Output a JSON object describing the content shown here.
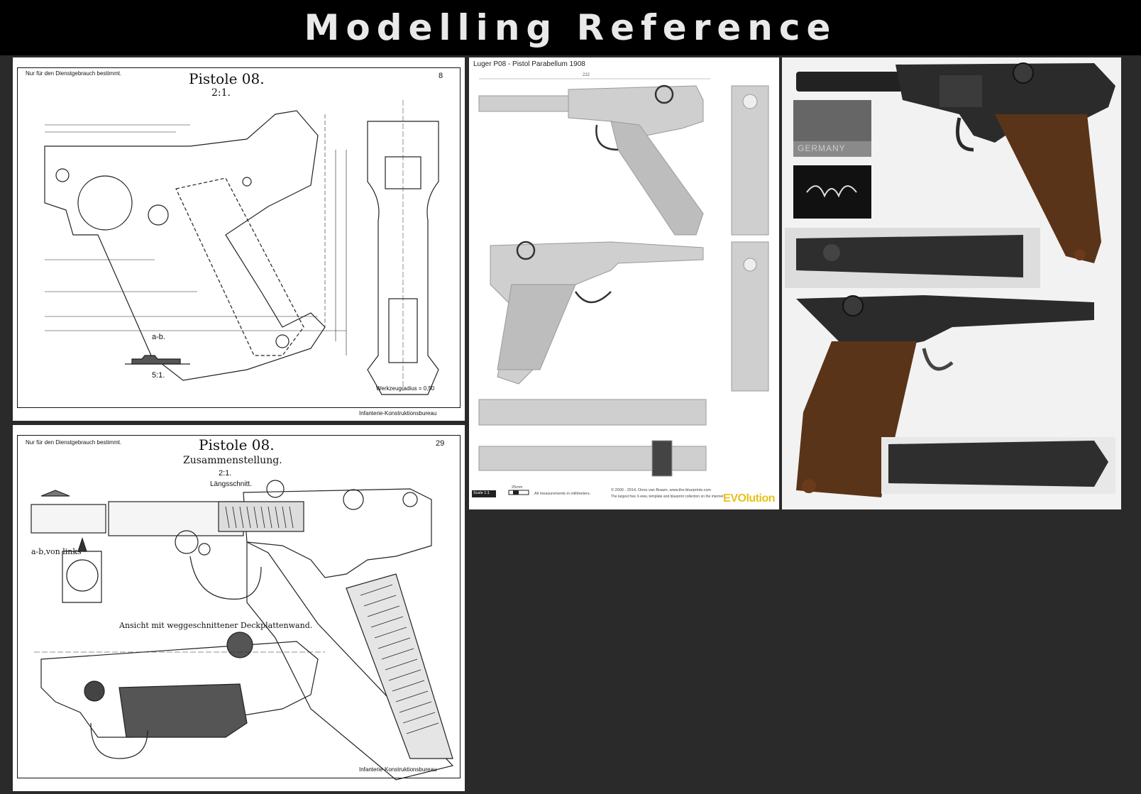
{
  "header": {
    "title": "Modelling Reference"
  },
  "sheet1": {
    "notice": "Nur für den Dienstgebrauch bestimmt.",
    "title": "Pistole 08.",
    "scale": "2:1.",
    "page_number": "8",
    "section_label": "a-b.",
    "section_scale": "5:1.",
    "tool_radius_note": "Werkzeugradius = 0,50",
    "bureau": "Infanterie-Konstruktionsbureau"
  },
  "sheet2": {
    "notice": "Nur für den Dienstgebrauch bestimmt.",
    "title": "Pistole 08.",
    "subtitle": "Zusammenstellung.",
    "scale": "2:1.",
    "page_number": "29",
    "section_label": "Längsschnitt.",
    "view_label": "a-b,von links",
    "cutaway_label": "Ansicht mit weggeschnittener Deckplattenwand.",
    "bureau": "Infanterie-Konstruktionsbureau"
  },
  "blueprint": {
    "title": "Luger P08 - Pistol Parabellum 1908",
    "length_dim": "222",
    "scale_label": "Scale 1:1",
    "scale_bar": "25mm",
    "measurements_note": "All measurements in millimeters.",
    "copyright": "© 2000 - 2014, Onno van Braam, www.the-blueprints.com",
    "tagline": "The largest free 3-view, template and blueprint collection on the internet",
    "brand": "EVOlution"
  },
  "photos": {
    "stamp_text": "GERMANY"
  }
}
